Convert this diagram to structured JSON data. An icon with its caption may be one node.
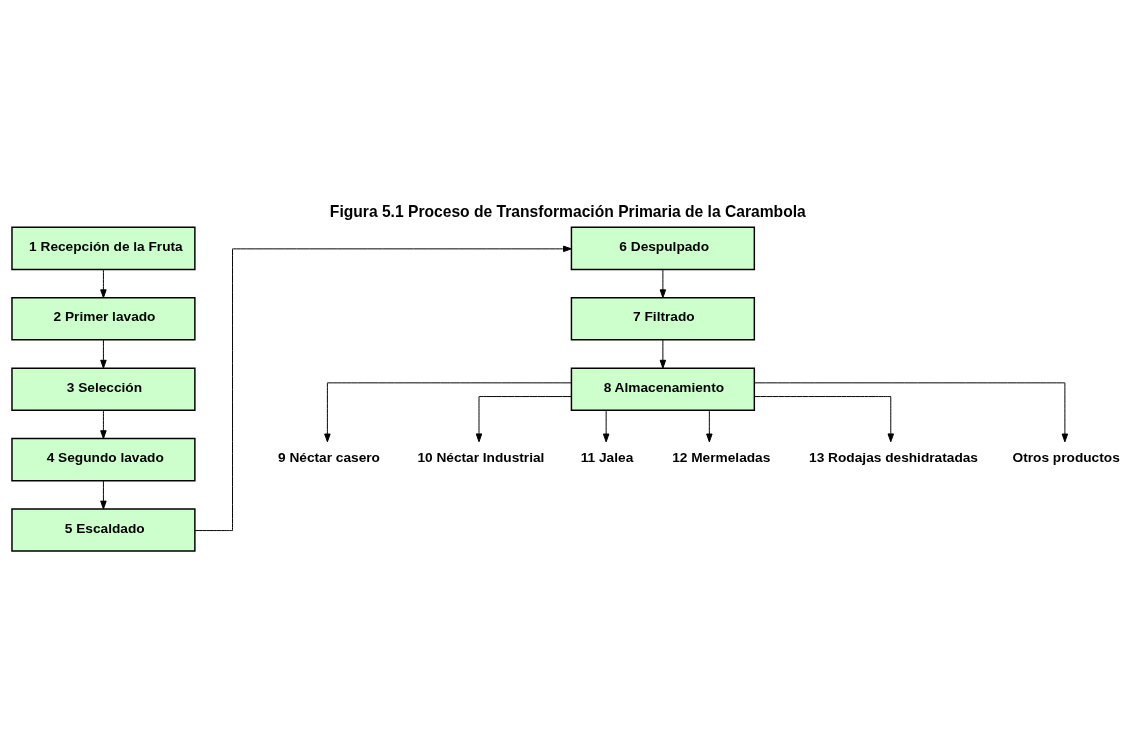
{
  "diagram": {
    "title": "Figura 5.1 Proceso de Transformación Primaria de la Carambola",
    "nodes": [
      {
        "text": [
          "1 Recepción de la Fruta"
        ]
      },
      {
        "text": [
          "2 Primer lavado"
        ]
      },
      {
        "text": [
          "3 Selección"
        ]
      },
      {
        "text": [
          "4 Segundo lavado"
        ]
      },
      {
        "text": [
          "5 Escaldado"
        ]
      },
      {
        "text": [
          "6 Despulpado"
        ]
      },
      {
        "text": [
          "7 Filtrado"
        ]
      },
      {
        "text": [
          "8 Almacenamiento"
        ]
      },
      {
        "text": [
          "9 Néctar casero"
        ]
      },
      {
        "text": [
          "10 Néctar Industrial"
        ]
      },
      {
        "text": [
          "11 Jalea"
        ]
      },
      {
        "text": [
          "12 Mermeladas"
        ]
      },
      {
        "text": [
          "13 Rodajas deshidratadas"
        ]
      },
      {
        "text": [
          "Otros productos"
        ]
      }
    ],
    "edges": [
      {
        "from": 0,
        "to": 1,
        "arrow": "to"
      },
      {
        "from": 1,
        "to": 2,
        "arrow": "to"
      },
      {
        "from": 2,
        "to": 3,
        "arrow": "to"
      },
      {
        "from": 3,
        "to": 4,
        "arrow": "to"
      },
      {
        "from": 4,
        "to": 5,
        "arrow": "to"
      },
      {
        "from": 5,
        "to": 6,
        "arrow": "to"
      },
      {
        "from": 6,
        "to": 7,
        "arrow": "to"
      },
      {
        "from": 7,
        "to": 8,
        "arrow": "to"
      },
      {
        "from": 7,
        "to": 9,
        "arrow": "to"
      },
      {
        "from": 7,
        "to": 10,
        "arrow": "to"
      },
      {
        "from": 7,
        "to": 11,
        "arrow": "to"
      },
      {
        "from": 7,
        "to": 12,
        "arrow": "to"
      },
      {
        "from": 7,
        "to": 13,
        "arrow": "to"
      }
    ]
  }
}
